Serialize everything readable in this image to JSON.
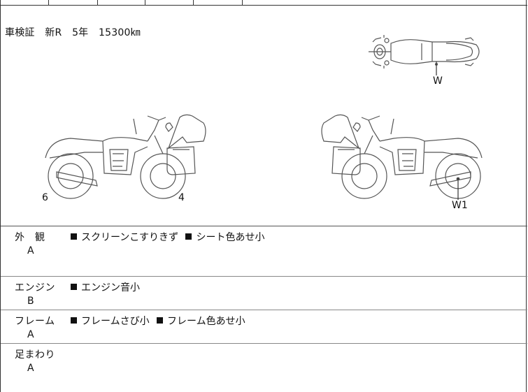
{
  "header": {
    "inspection_label": "車検証",
    "registration": "新R",
    "model_year": "5年",
    "mileage": "15300㎞"
  },
  "damage_markers": {
    "top_view": "W",
    "left_side_front": "6",
    "left_side_rear": "4",
    "right_side": "W1"
  },
  "condition_rows": [
    {
      "category": "外　観",
      "grade": "A",
      "notes": [
        "スクリーンこすりきず",
        "シート色あせ小"
      ]
    },
    {
      "category": "エンジン",
      "grade": "B",
      "notes": [
        "エンジン音小"
      ]
    },
    {
      "category": "フレーム",
      "grade": "A",
      "notes": [
        "フレームさび小",
        "フレーム色あせ小"
      ]
    },
    {
      "category": "足まわり",
      "grade": "A",
      "notes": []
    }
  ],
  "colors": {
    "border": "#333333",
    "line_art": "#555555"
  }
}
